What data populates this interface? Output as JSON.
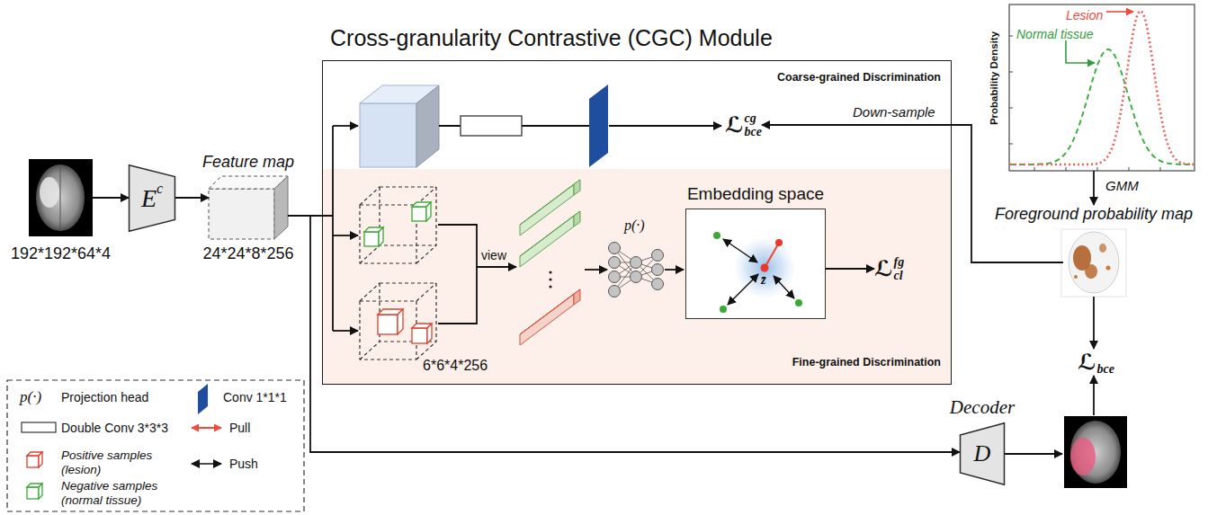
{
  "diagram": {
    "nodes": [
      {
        "text": [
          "192*192*64*4"
        ]
      },
      {
        "text": [
          "E",
          "c"
        ]
      },
      {
        "text": [
          "Feature map",
          "24*24*8*256"
        ]
      },
      {
        "text": [
          "Cross-granularity Contrastive (CGC) Module"
        ]
      },
      {
        "text": [
          "Coarse-grained Discrimination"
        ],
        "in": 3
      },
      {
        "text": [
          "ℒ",
          "bce",
          "cg"
        ],
        "in": 4
      },
      {
        "text": [
          "Fine-grained Discrimination"
        ],
        "in": 3
      },
      {
        "text": [
          "Embedding space"
        ],
        "in": 6
      },
      {
        "text": [
          "ℒ",
          "cl",
          "fg"
        ],
        "in": 6
      },
      {
        "text": [
          "Probability Density",
          "Normal tissue",
          "Lesion"
        ]
      },
      {
        "text": [
          "Foreground probability map"
        ]
      },
      {
        "text": [
          "ℒ",
          "bce"
        ]
      },
      {
        "text": [
          "Decoder",
          "D"
        ]
      }
    ],
    "edges": [
      {
        "from": 0,
        "to": 1,
        "arrow": "to"
      },
      {
        "from": 1,
        "to": 2,
        "arrow": "to"
      },
      {
        "from": 2,
        "to": 12,
        "arrow": "to"
      },
      {
        "from": 7,
        "to": 8,
        "arrow": "to"
      },
      {
        "from": 9,
        "to": 10,
        "label": "GMM",
        "arrow": "to"
      },
      {
        "from": 10,
        "to": 5,
        "label": "Down-sample",
        "arrow": "to"
      },
      {
        "from": 10,
        "to": 11,
        "arrow": "to"
      }
    ],
    "labels": [
      "6*6*4*256",
      "view",
      "p(·)",
      "z̄",
      "p(·)"
    ],
    "legend": [
      {
        "text": "Projection head"
      },
      {
        "text": "Conv 1*1*1",
        "color": "#1f4e9e"
      },
      {
        "text": "Double Conv 3*3*3"
      },
      {
        "text": "Pull"
      },
      {
        "text": "Positive samples (lesion)"
      },
      {
        "text": "Push"
      },
      {
        "text": "Negative samples (normal tissue)"
      }
    ]
  }
}
